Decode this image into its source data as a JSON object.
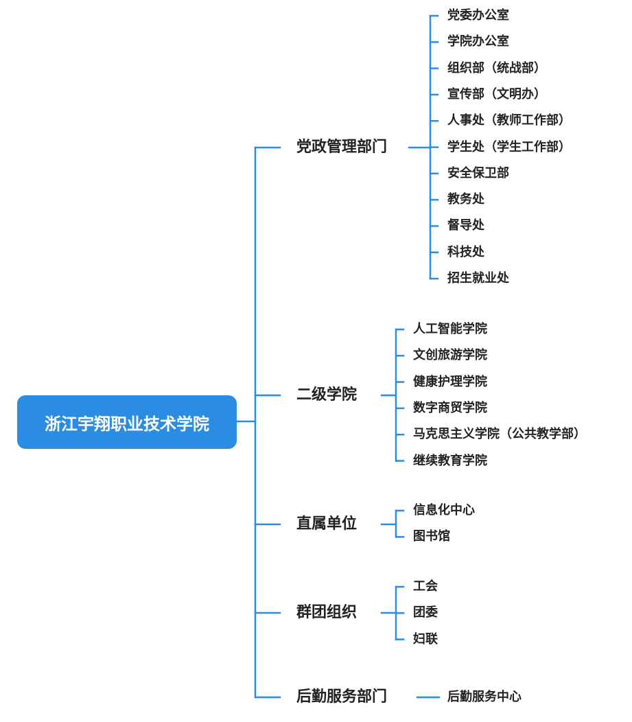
{
  "colors": {
    "root_fill": "#2B8CE3",
    "connector": "#2B8CE3",
    "text": "#222222",
    "root_text": "#FFFFFF"
  },
  "root": {
    "label": "浙江宇翔职业技术学院"
  },
  "categories": [
    {
      "label": "党政管理部门",
      "children": [
        "党委办公室",
        "学院办公室",
        "组织部（统战部）",
        "宣传部（文明办）",
        "人事处（教师工作部）",
        "学生处（学生工作部）",
        "安全保卫部",
        "教务处",
        "督导处",
        "科技处",
        "招生就业处"
      ]
    },
    {
      "label": "二级学院",
      "children": [
        "人工智能学院",
        "文创旅游学院",
        "健康护理学院",
        "数字商贸学院",
        "马克思主义学院（公共教学部）",
        "继续教育学院"
      ]
    },
    {
      "label": "直属单位",
      "children": [
        "信息化中心",
        "图书馆"
      ]
    },
    {
      "label": "群团组织",
      "children": [
        "工会",
        "团委",
        "妇联"
      ]
    },
    {
      "label": "后勤服务部门",
      "children": [
        "后勤服务中心"
      ]
    }
  ]
}
